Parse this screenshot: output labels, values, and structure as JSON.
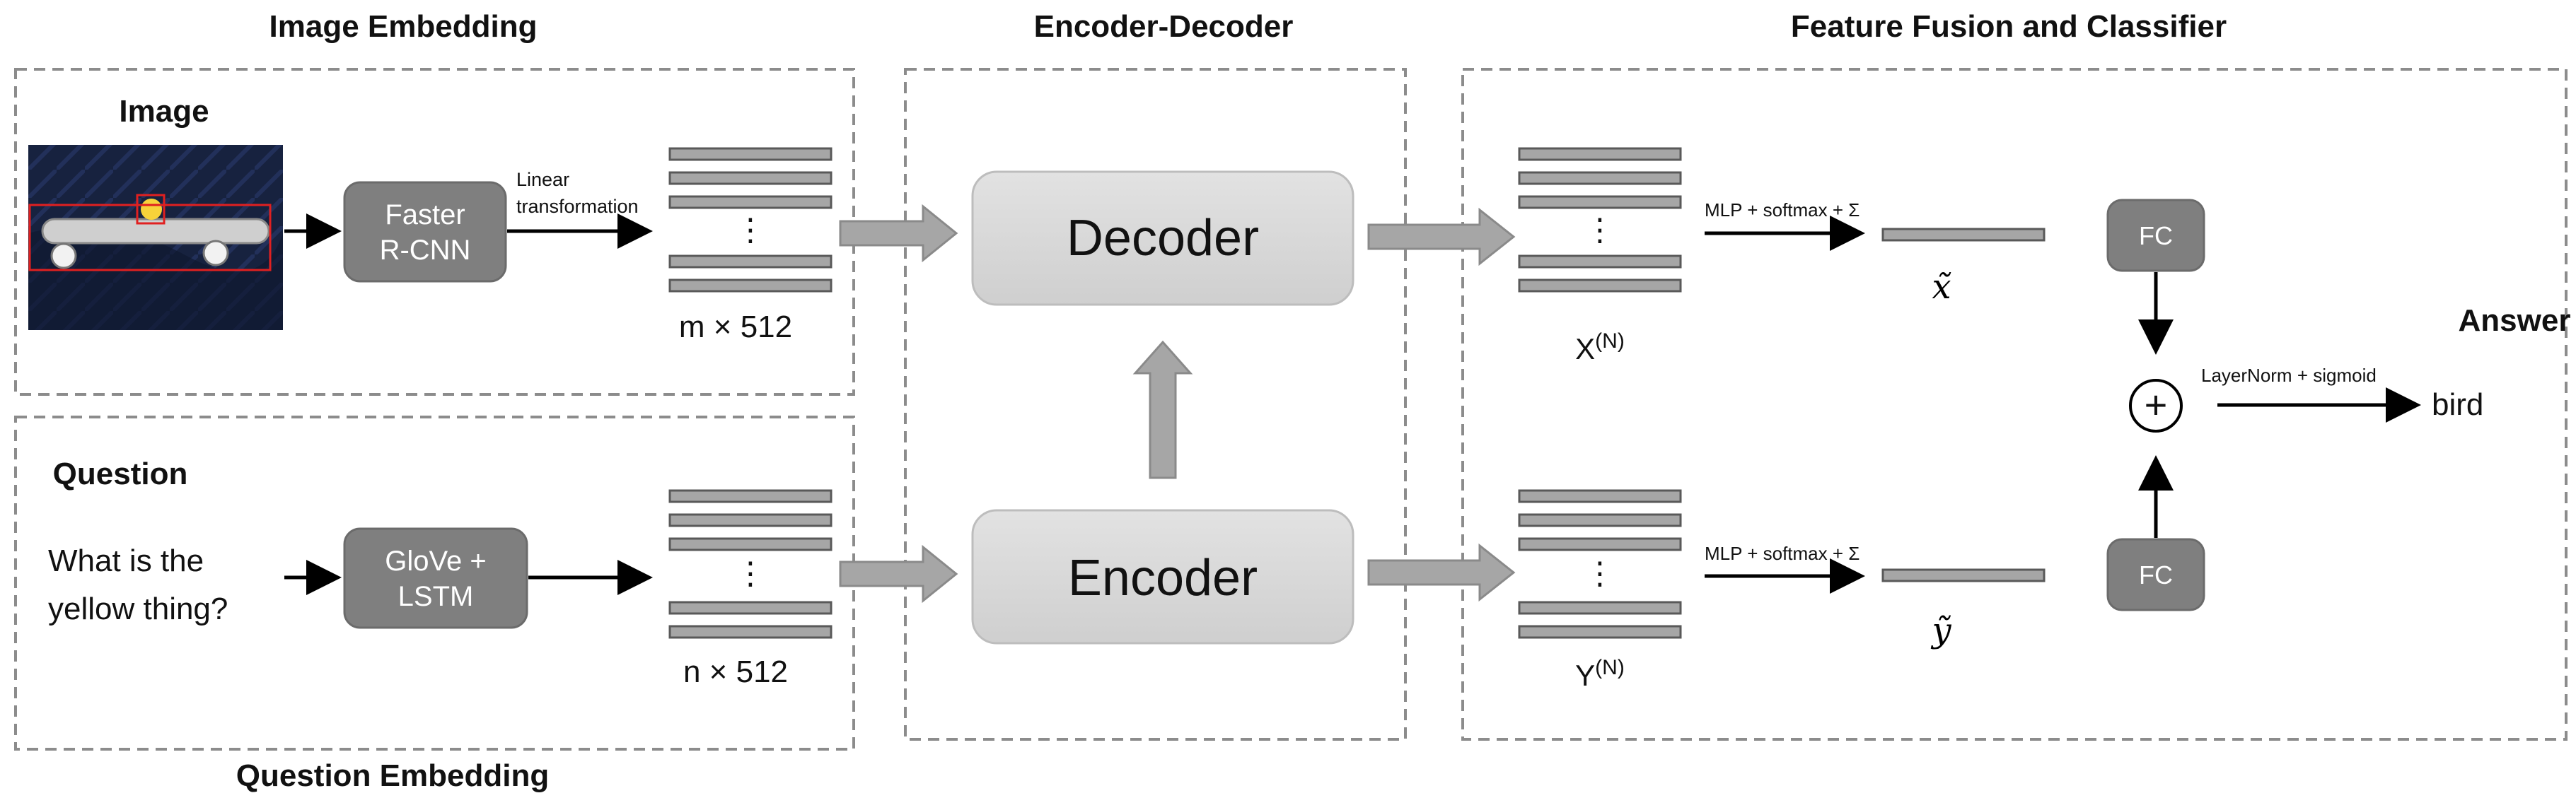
{
  "sections": {
    "image_embedding": "Image Embedding",
    "encoder_decoder": "Encoder-Decoder",
    "feature_fusion": "Feature Fusion and Classifier",
    "question_embedding": "Question Embedding"
  },
  "inputs": {
    "image_label": "Image",
    "question_label": "Question",
    "question_text_line1": "What is the",
    "question_text_line2": "yellow thing?"
  },
  "modules": {
    "faster_rcnn_line1": "Faster",
    "faster_rcnn_line2": "R-CNN",
    "glove_line1": "GloVe +",
    "glove_line2": "LSTM",
    "decoder": "Decoder",
    "encoder": "Encoder",
    "fc_top": "FC",
    "fc_bottom": "FC"
  },
  "edge_labels": {
    "linear_line1": "Linear",
    "linear_line2": "transformation",
    "mlp_top": "MLP + softmax + Σ",
    "mlp_bottom": "MLP + softmax + Σ",
    "layernorm": "LayerNorm + sigmoid"
  },
  "dimensions": {
    "image_features": "m × 512",
    "question_features": "n × 512",
    "x_n": "X",
    "x_n_sup": "(N)",
    "y_n": "Y",
    "y_n_sup": "(N)",
    "x_tilde": "x̃",
    "y_tilde": "ỹ",
    "ellipsis": "⋮"
  },
  "fusion": {
    "plus_symbol": "+"
  },
  "output": {
    "answer_label": "Answer",
    "answer_value": "bird"
  },
  "colors": {
    "module_fill": "#7f7f7f",
    "module_stroke": "#6b6b6b",
    "big_module_fill": "#d9d9d9",
    "bar_fill": "#a6a6a6",
    "bar_stroke": "#595959",
    "dashed_border": "#8c8c8c",
    "block_arrow": "#a6a6a6"
  }
}
